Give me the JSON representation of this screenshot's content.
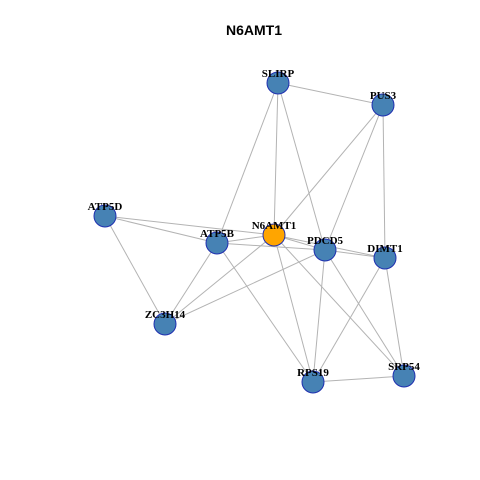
{
  "title": "N6AMT1",
  "colors": {
    "node_default": "#4682b4",
    "node_focus": "#ffa500",
    "node_border": "#1f2fb0",
    "edge": "#b3b3b3",
    "background": "#ffffff"
  },
  "nodes": [
    {
      "id": "N6AMT1",
      "label": "N6AMT1",
      "focus": true
    },
    {
      "id": "SLIRP",
      "label": "SLIRP",
      "focus": false
    },
    {
      "id": "PUS3",
      "label": "PUS3",
      "focus": false
    },
    {
      "id": "ATP5D",
      "label": "ATP5D",
      "focus": false
    },
    {
      "id": "ATP5B",
      "label": "ATP5B",
      "focus": false
    },
    {
      "id": "PDCD5",
      "label": "PDCD5",
      "focus": false
    },
    {
      "id": "DIMT1",
      "label": "DIMT1",
      "focus": false
    },
    {
      "id": "ZC3H14",
      "label": "ZC3H14",
      "focus": false
    },
    {
      "id": "RPS19",
      "label": "RPS19",
      "focus": false
    },
    {
      "id": "SRP54",
      "label": "SRP54",
      "focus": false
    }
  ],
  "edges": [
    [
      "SLIRP",
      "PUS3"
    ],
    [
      "SLIRP",
      "ATP5B"
    ],
    [
      "SLIRP",
      "N6AMT1"
    ],
    [
      "SLIRP",
      "PDCD5"
    ],
    [
      "PUS3",
      "N6AMT1"
    ],
    [
      "PUS3",
      "PDCD5"
    ],
    [
      "PUS3",
      "DIMT1"
    ],
    [
      "ATP5D",
      "ATP5B"
    ],
    [
      "ATP5D",
      "N6AMT1"
    ],
    [
      "ATP5D",
      "ZC3H14"
    ],
    [
      "ATP5B",
      "N6AMT1"
    ],
    [
      "ATP5B",
      "PDCD5"
    ],
    [
      "ATP5B",
      "ZC3H14"
    ],
    [
      "ATP5B",
      "RPS19"
    ],
    [
      "N6AMT1",
      "PDCD5"
    ],
    [
      "N6AMT1",
      "DIMT1"
    ],
    [
      "N6AMT1",
      "ZC3H14"
    ],
    [
      "N6AMT1",
      "RPS19"
    ],
    [
      "N6AMT1",
      "SRP54"
    ],
    [
      "PDCD5",
      "DIMT1"
    ],
    [
      "PDCD5",
      "ZC3H14"
    ],
    [
      "PDCD5",
      "RPS19"
    ],
    [
      "PDCD5",
      "SRP54"
    ],
    [
      "DIMT1",
      "RPS19"
    ],
    [
      "DIMT1",
      "SRP54"
    ],
    [
      "RPS19",
      "SRP54"
    ]
  ]
}
